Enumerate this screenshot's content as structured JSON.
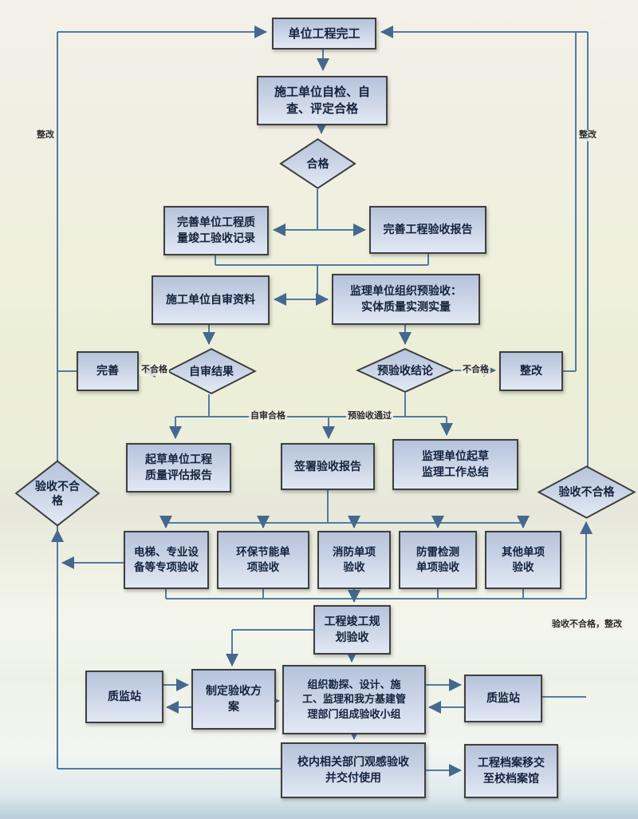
{
  "colors": {
    "box_border": "#3f3f3f",
    "box_fill_top": "#b5c3da",
    "box_fill_bottom": "#e2e8f4",
    "connector": "#527aa3",
    "background": "#eef0dd"
  },
  "nodes": {
    "unit_complete": "单位工程完工",
    "self_check": "施工单位自检、自\n查、评定合格",
    "qualified": "合格",
    "improve_record": "完善单位工程质\n量竣工验收记录",
    "improve_report": "完善工程验收报告",
    "self_review_docs": "施工单位自审资料",
    "pre_acceptance": "监理单位组织预验收：\n实体质量实测实量",
    "perfect": "完善",
    "self_review_result": "自审结果",
    "pre_acceptance_result": "预验收结论",
    "rectify": "整改",
    "draft_quality_report": "起草单位工程\n质量评估报告",
    "sign_report": "签署验收报告",
    "supervisor_summary": "监理单位起草\n监理工作总结",
    "fail_left": "验收不合\n格",
    "fail_right": "验收不合格",
    "elevator_acceptance": "电梯、专业设\n备等专项验收",
    "env_acceptance": "环保节能单\n项验收",
    "fire_acceptance": "消防单项\n验收",
    "lightning_acceptance": "防雷检测\n单项验收",
    "other_acceptance": "其他单项\n验收",
    "planning_acceptance": "工程竣工规\n划验收",
    "quality_station_left": "质监站",
    "make_plan": "制定验收方\n案",
    "organize_team": "组织勘探、设计、施\n工、监理和我方基建管\n理部门组成验收小组",
    "campus_acceptance": "校内相关部门观感验收\n并交付使用",
    "quality_station_right": "质监站",
    "archive_transfer": "工程档案移交\n至校档案馆"
  },
  "labels": {
    "rectify_left": "整改",
    "rectify_right": "整改",
    "unqualified_left": "不合格",
    "unqualified_right": "不合格",
    "self_review_pass": "自审合格",
    "pre_acceptance_pass": "预验收通过",
    "fail_rectify": "验收不合格，整改"
  }
}
